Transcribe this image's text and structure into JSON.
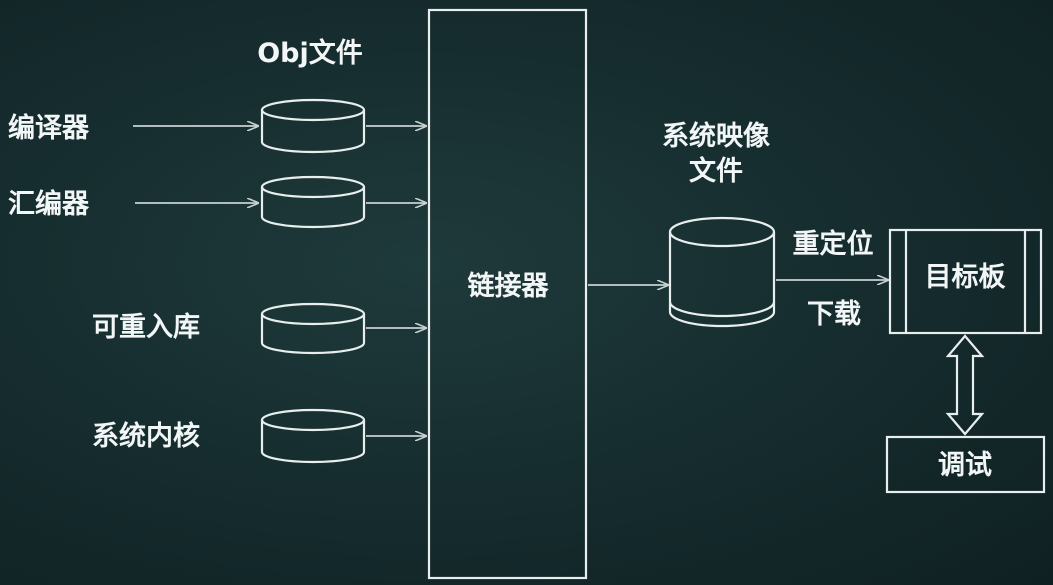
{
  "diagram": {
    "title_obj": "Obj文件",
    "sources": {
      "compiler": "编译器",
      "assembler": "汇编器",
      "relocatable_lib": "可重入库",
      "kernel": "系统内核"
    },
    "linker": "链接器",
    "image_file_line1": "系统映像",
    "image_file_line2": "文件",
    "relocate": "重定位",
    "download": "下载",
    "target_board": "目标板",
    "debug": "调试"
  },
  "colors": {
    "background": "#162d2f",
    "stroke": "#e8eeee",
    "text": "#f2f6f6"
  }
}
